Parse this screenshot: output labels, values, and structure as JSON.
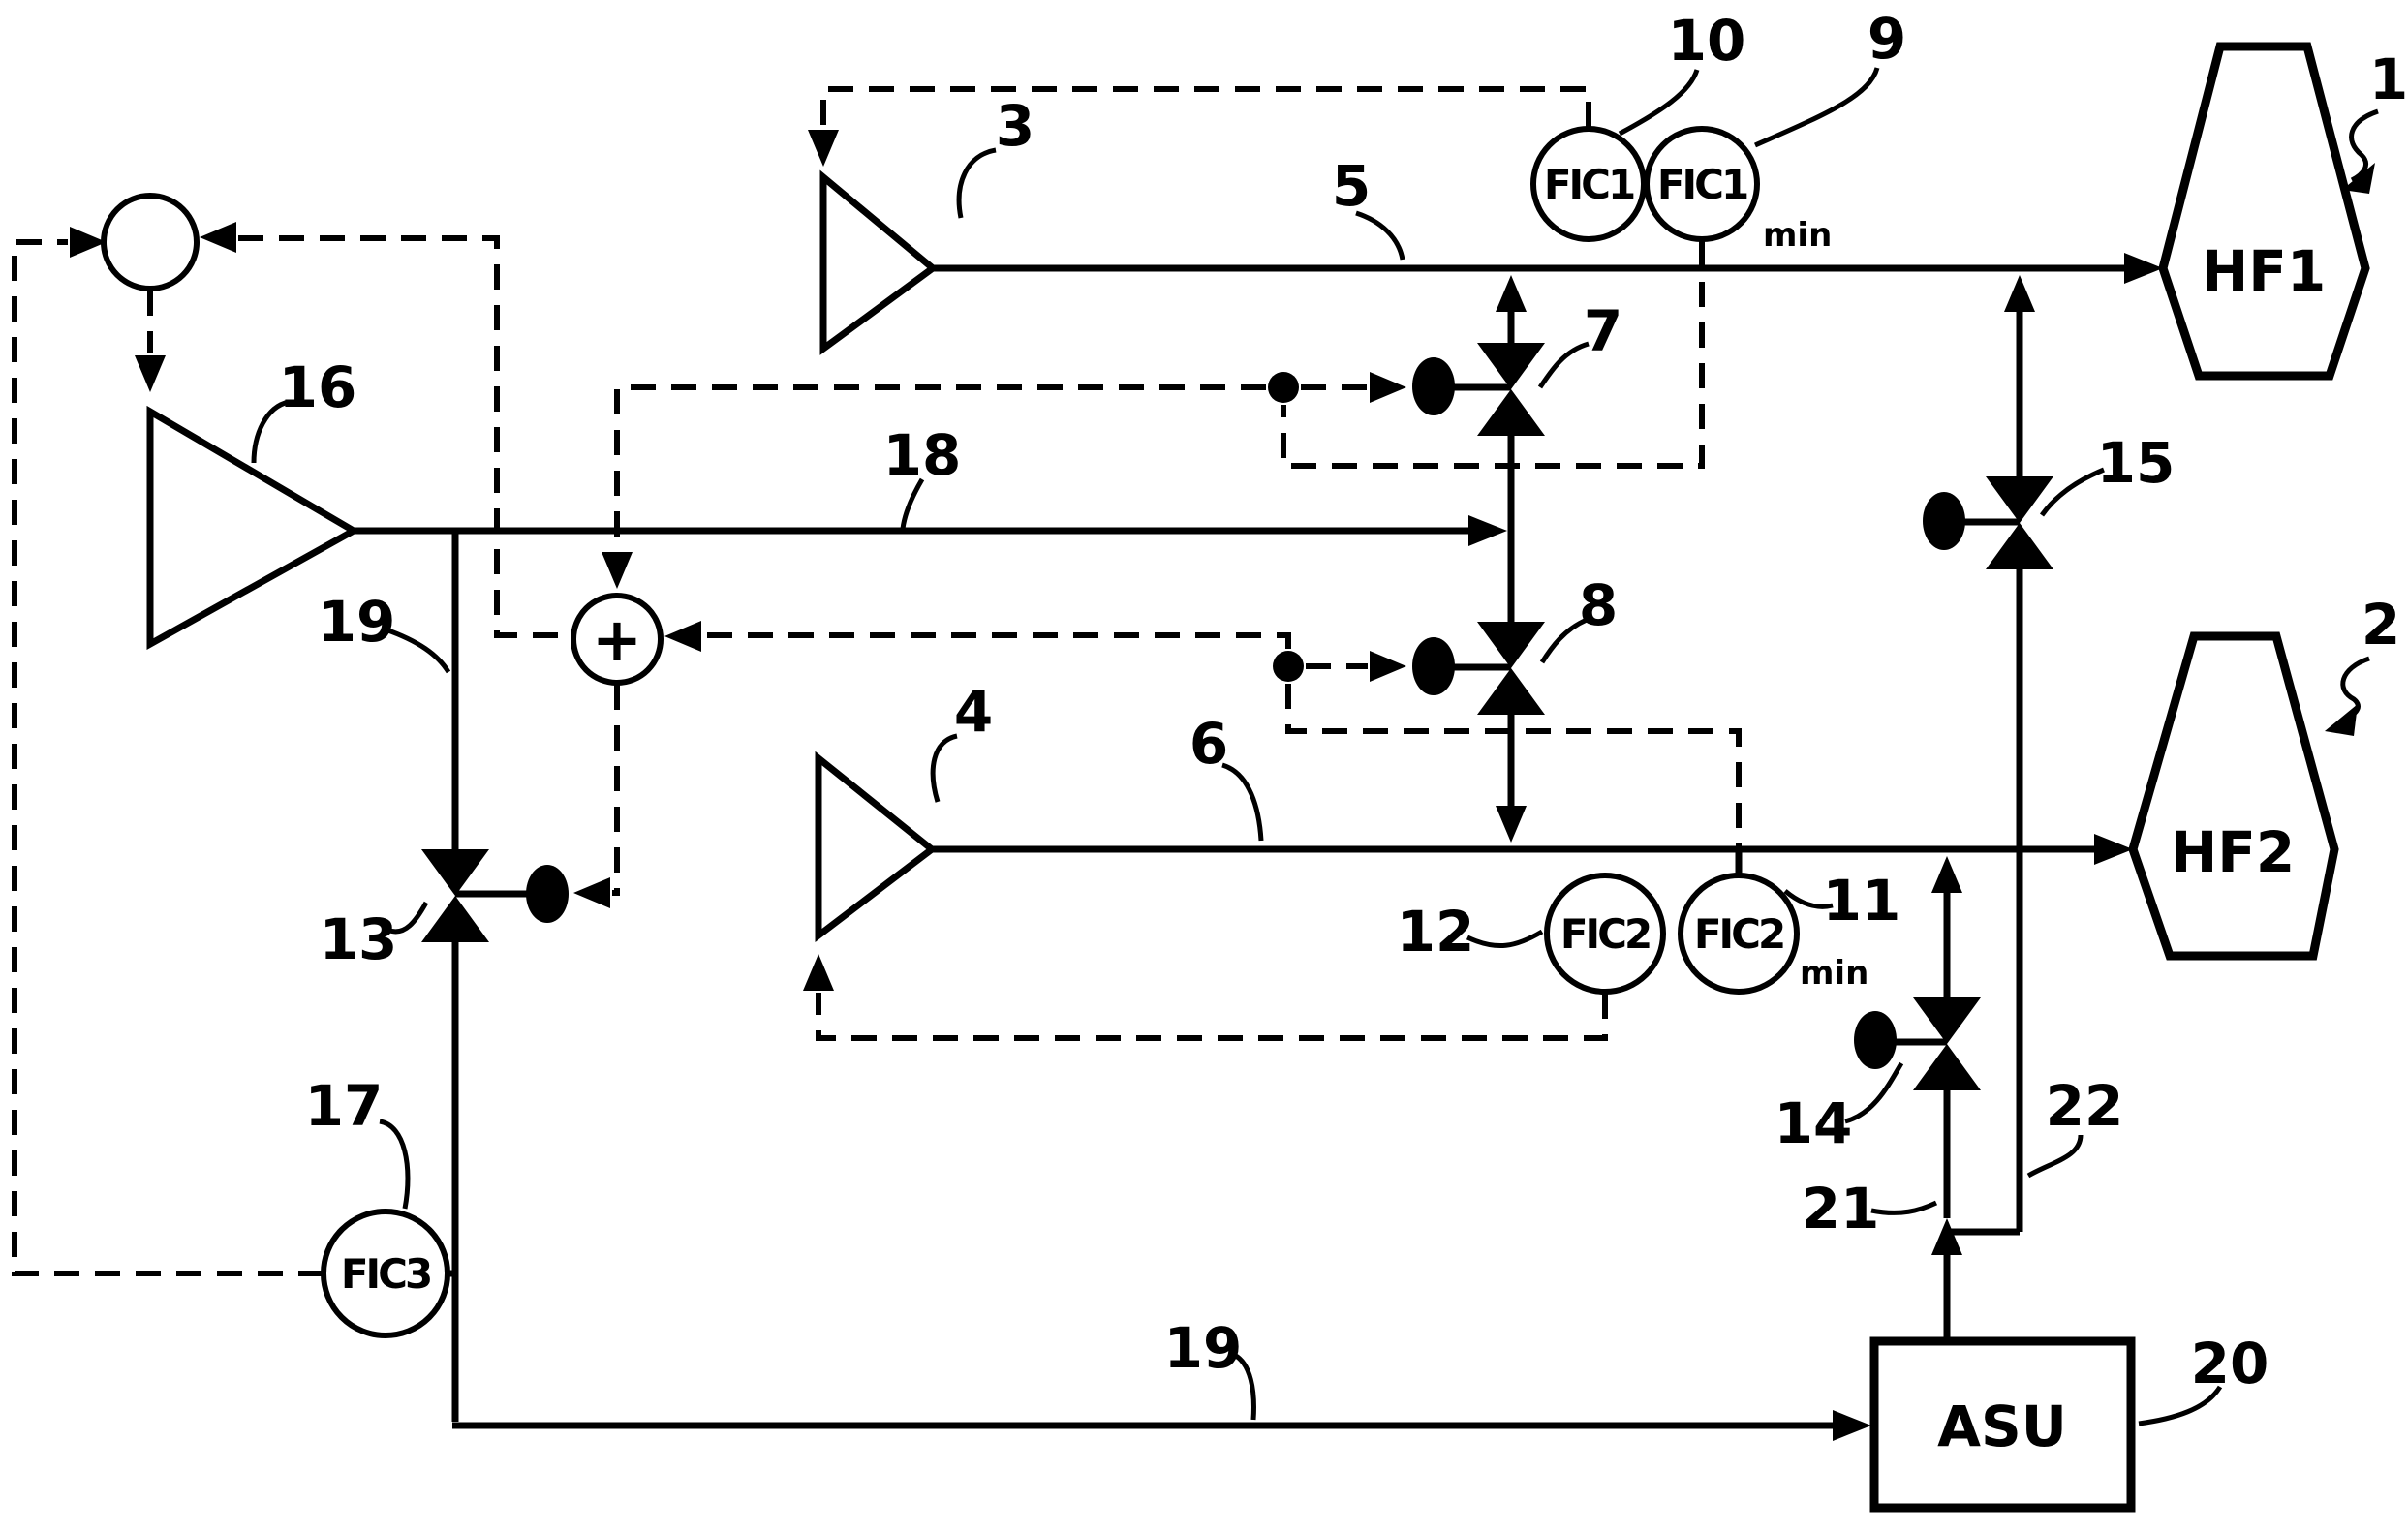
{
  "figure": {
    "type": "process-control-diagram",
    "background": "#ffffff",
    "line_color": "#000000"
  },
  "blocks": {
    "hf1": "HF1",
    "hf2": "HF2",
    "asu": "ASU"
  },
  "instruments": {
    "fic1": "FIC1",
    "fic1_min": "FIC1",
    "fic1_min_sub": "min",
    "fic2": "FIC2",
    "fic2_min": "FIC2",
    "fic2_min_sub": "min",
    "fic3": "FIC3"
  },
  "junction": {
    "plus": "+"
  },
  "refs": {
    "r1": "1",
    "r2": "2",
    "r3": "3",
    "r4": "4",
    "r5": "5",
    "r6": "6",
    "r7": "7",
    "r8": "8",
    "r9": "9",
    "r10": "10",
    "r11": "11",
    "r12": "12",
    "r13": "13",
    "r14": "14",
    "r15": "15",
    "r16": "16",
    "r17": "17",
    "r18": "18",
    "r19_upper": "19",
    "r19_lower": "19",
    "r20": "20",
    "r21": "21",
    "r22": "22"
  }
}
